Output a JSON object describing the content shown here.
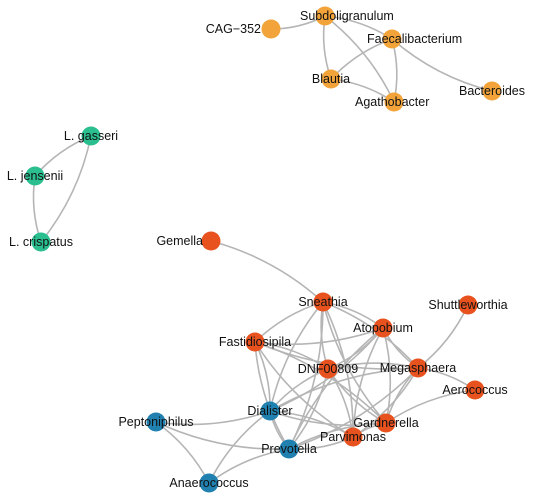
{
  "legend": [],
  "colors": {
    "orange": "#f2a43a",
    "green": "#2bbf8f",
    "red": "#e8521e",
    "blue": "#2080b0",
    "edge": "#b5b5b5"
  },
  "nodes": [
    {
      "id": "cag352",
      "label": "CAG−352",
      "group": "orange"
    },
    {
      "id": "subdoligranulum",
      "label": "Subdoligranulum",
      "group": "orange"
    },
    {
      "id": "faecalibacterium",
      "label": "Faecalibacterium",
      "group": "orange"
    },
    {
      "id": "blautia",
      "label": "Blautia",
      "group": "orange"
    },
    {
      "id": "agathobacter",
      "label": "Agathobacter",
      "group": "orange"
    },
    {
      "id": "bacteroides",
      "label": "Bacteroides",
      "group": "orange"
    },
    {
      "id": "lgasseri",
      "label": "L. gasseri",
      "group": "green"
    },
    {
      "id": "ljensenii",
      "label": "L. jensenii",
      "group": "green"
    },
    {
      "id": "lcrispatus",
      "label": "L. crispatus",
      "group": "green"
    },
    {
      "id": "gemella",
      "label": "Gemella",
      "group": "red"
    },
    {
      "id": "sneathia",
      "label": "Sneathia",
      "group": "red"
    },
    {
      "id": "shuttleworthia",
      "label": "Shuttleworthia",
      "group": "red"
    },
    {
      "id": "fastidiosipila",
      "label": "Fastidiosipila",
      "group": "red"
    },
    {
      "id": "atopobium",
      "label": "Atopobium",
      "group": "red"
    },
    {
      "id": "dnf00809",
      "label": "DNF00809",
      "group": "red"
    },
    {
      "id": "megasphaera",
      "label": "Megasphaera",
      "group": "red"
    },
    {
      "id": "aerococcus",
      "label": "Aerococcus",
      "group": "red"
    },
    {
      "id": "gardnerella",
      "label": "Gardnerella",
      "group": "red"
    },
    {
      "id": "parvimonas",
      "label": "Parvimonas",
      "group": "red"
    },
    {
      "id": "peptoniphilus",
      "label": "Peptoniphilus",
      "group": "blue"
    },
    {
      "id": "dialister",
      "label": "Dialister",
      "group": "blue"
    },
    {
      "id": "prevotella",
      "label": "Prevotella",
      "group": "blue"
    },
    {
      "id": "anaerococcus",
      "label": "Anaerococcus",
      "group": "blue"
    }
  ],
  "edges": [
    [
      "cag352",
      "subdoligranulum"
    ],
    [
      "subdoligranulum",
      "faecalibacterium"
    ],
    [
      "subdoligranulum",
      "blautia"
    ],
    [
      "subdoligranulum",
      "agathobacter"
    ],
    [
      "faecalibacterium",
      "blautia"
    ],
    [
      "faecalibacterium",
      "agathobacter"
    ],
    [
      "faecalibacterium",
      "bacteroides"
    ],
    [
      "blautia",
      "agathobacter"
    ],
    [
      "lgasseri",
      "ljensenii"
    ],
    [
      "lgasseri",
      "lcrispatus"
    ],
    [
      "ljensenii",
      "lcrispatus"
    ],
    [
      "gemella",
      "sneathia"
    ],
    [
      "sneathia",
      "fastidiosipila"
    ],
    [
      "sneathia",
      "atopobium"
    ],
    [
      "sneathia",
      "dnf00809"
    ],
    [
      "sneathia",
      "megasphaera"
    ],
    [
      "sneathia",
      "gardnerella"
    ],
    [
      "sneathia",
      "parvimonas"
    ],
    [
      "sneathia",
      "dialister"
    ],
    [
      "sneathia",
      "prevotella"
    ],
    [
      "fastidiosipila",
      "atopobium"
    ],
    [
      "fastidiosipila",
      "dnf00809"
    ],
    [
      "fastidiosipila",
      "megasphaera"
    ],
    [
      "fastidiosipila",
      "gardnerella"
    ],
    [
      "fastidiosipila",
      "parvimonas"
    ],
    [
      "fastidiosipila",
      "dialister"
    ],
    [
      "fastidiosipila",
      "prevotella"
    ],
    [
      "atopobium",
      "dnf00809"
    ],
    [
      "atopobium",
      "megasphaera"
    ],
    [
      "atopobium",
      "gardnerella"
    ],
    [
      "atopobium",
      "parvimonas"
    ],
    [
      "atopobium",
      "dialister"
    ],
    [
      "atopobium",
      "prevotella"
    ],
    [
      "dnf00809",
      "megasphaera"
    ],
    [
      "dnf00809",
      "gardnerella"
    ],
    [
      "dnf00809",
      "parvimonas"
    ],
    [
      "dnf00809",
      "dialister"
    ],
    [
      "dnf00809",
      "prevotella"
    ],
    [
      "megasphaera",
      "gardnerella"
    ],
    [
      "megasphaera",
      "parvimonas"
    ],
    [
      "megasphaera",
      "dialister"
    ],
    [
      "megasphaera",
      "prevotella"
    ],
    [
      "megasphaera",
      "shuttleworthia"
    ],
    [
      "megasphaera",
      "aerococcus"
    ],
    [
      "gardnerella",
      "parvimonas"
    ],
    [
      "gardnerella",
      "dialister"
    ],
    [
      "gardnerella",
      "prevotella"
    ],
    [
      "gardnerella",
      "aerococcus"
    ],
    [
      "parvimonas",
      "dialister"
    ],
    [
      "parvimonas",
      "prevotella"
    ],
    [
      "dialister",
      "prevotella"
    ],
    [
      "dialister",
      "peptoniphilus"
    ],
    [
      "dialister",
      "anaerococcus"
    ],
    [
      "prevotella",
      "peptoniphilus"
    ],
    [
      "prevotella",
      "anaerococcus"
    ],
    [
      "peptoniphilus",
      "anaerococcus"
    ]
  ]
}
